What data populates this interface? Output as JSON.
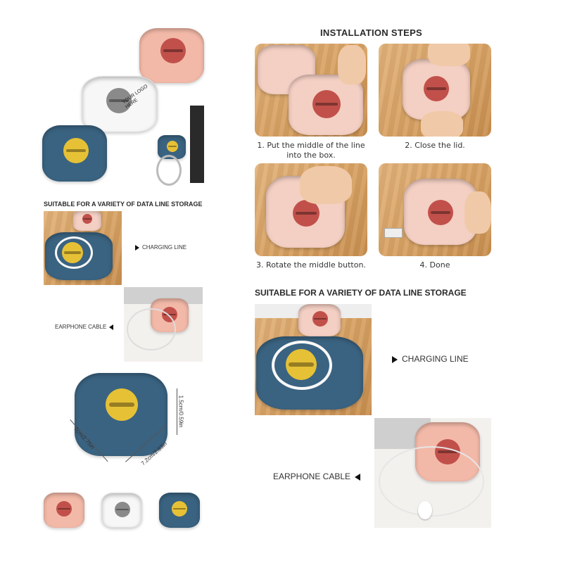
{
  "installation": {
    "title": "INSTALLATION STEPS",
    "steps": [
      "1. Put the middle of the line into the box.",
      "2. Close the lid.",
      "3. Rotate the middle button.",
      "4. Done"
    ]
  },
  "storage_right": {
    "title": "SUITABLE FOR A VARIETY OF DATA LINE STORAGE",
    "charging": "CHARGING LINE",
    "earphone": "EARPHONE CABLE"
  },
  "storage_left": {
    "title": "SUITABLE FOR A VARIETY OF DATA LINE STORAGE",
    "charging": "CHARGING LINE",
    "earphone": "EARPHONE CABLE"
  },
  "logo_badge": "YOUR LOGO HERE",
  "dimensions": {
    "height": "1.5cm/0.59in",
    "depth": "7cm/2.75in",
    "width": "7.2cm/2.83in"
  },
  "colors": {
    "pink": "#f3b9a8",
    "white": "#f7f7f7",
    "blue": "#3a6381",
    "accent_red": "#c1504b",
    "accent_yellow": "#e6c136"
  }
}
